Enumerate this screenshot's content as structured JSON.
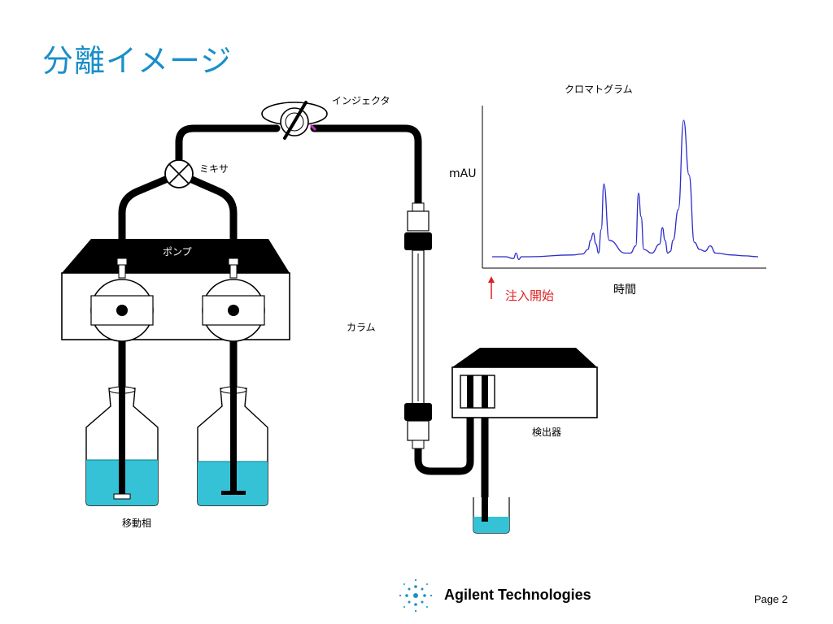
{
  "title": "分離イメージ",
  "labels": {
    "injector": "インジェクタ",
    "mixer": "ミキサ",
    "pump": "ポンプ",
    "column": "カラム",
    "detector": "検出器",
    "mobile_phase": "移動相",
    "injection_start": "注入開始"
  },
  "chart_data": {
    "type": "line",
    "title": "クロマトグラム",
    "ylabel": "mAU",
    "xlabel": "時間",
    "series": [
      {
        "x": [
          0,
          5,
          8,
          9,
          10,
          11,
          14,
          30,
          34,
          36,
          37,
          38,
          39,
          40,
          41,
          42,
          44,
          50,
          52,
          54,
          55,
          56,
          57,
          60,
          63,
          64,
          65,
          66,
          67,
          68,
          70,
          72,
          74,
          76,
          78,
          80,
          82,
          84,
          90,
          95,
          100
        ],
        "y": [
          0,
          0,
          -2,
          4,
          -3,
          0,
          0,
          2,
          3,
          8,
          18,
          26,
          14,
          4,
          30,
          80,
          18,
          4,
          4,
          12,
          70,
          44,
          8,
          4,
          14,
          32,
          18,
          4,
          6,
          18,
          52,
          150,
          90,
          16,
          8,
          6,
          12,
          4,
          2,
          1,
          0
        ]
      }
    ],
    "grid": false,
    "legend": "none"
  },
  "branding": {
    "company": "Agilent Technologies",
    "page": "Page 2"
  },
  "colors": {
    "title": "#1a8fc9",
    "liquid": "#35c2d6",
    "chart_line": "#2c2cc8",
    "injection_arrow": "#e02020"
  }
}
